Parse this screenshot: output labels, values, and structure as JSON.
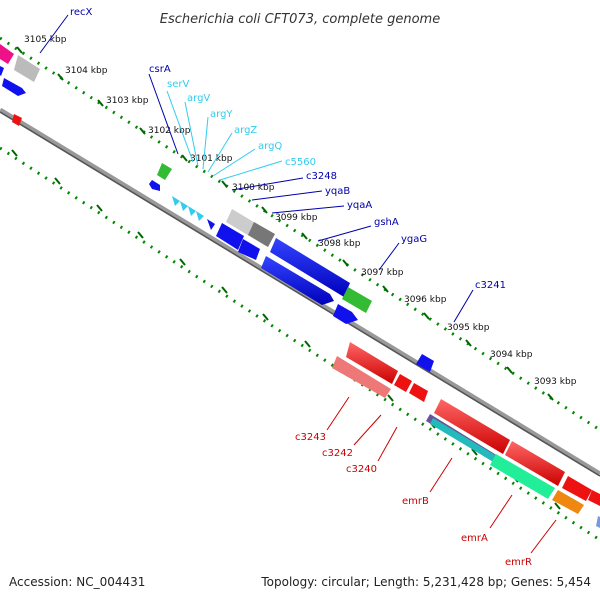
{
  "header": {
    "title": "Escherichia coli CFT073, complete genome"
  },
  "footer": {
    "accession": "Accession: NC_004431",
    "topology": "Topology: circular; Length: 5,231,428 bp; Genes: 5,454"
  },
  "colors": {
    "forward_label": "#0000aa",
    "forward_label_light": "#33ccee",
    "reverse_label": "#cc0000",
    "backbone": "#888888",
    "tick_dots": "#008800"
  },
  "ticks": [
    {
      "label": "3105 kbp"
    },
    {
      "label": "3104 kbp"
    },
    {
      "label": "3103 kbp"
    },
    {
      "label": "3102 kbp"
    },
    {
      "label": "3101 kbp"
    },
    {
      "label": "3100 kbp"
    },
    {
      "label": "3099 kbp"
    },
    {
      "label": "3098 kbp"
    },
    {
      "label": "3097 kbp"
    },
    {
      "label": "3096 kbp"
    },
    {
      "label": "3095 kbp"
    },
    {
      "label": "3094 kbp"
    },
    {
      "label": "3093 kbp"
    }
  ],
  "forward_genes": [
    {
      "label": "recX"
    },
    {
      "label": "csrA"
    },
    {
      "label": "serV"
    },
    {
      "label": "argV"
    },
    {
      "label": "argY"
    },
    {
      "label": "argZ"
    },
    {
      "label": "argQ"
    },
    {
      "label": "c5560"
    },
    {
      "label": "c3248"
    },
    {
      "label": "yqaB"
    },
    {
      "label": "yqaA"
    },
    {
      "label": "gshA"
    },
    {
      "label": "ygaG"
    },
    {
      "label": "c3241"
    }
  ],
  "reverse_genes": [
    {
      "label": "c3243"
    },
    {
      "label": "c3242"
    },
    {
      "label": "c3240"
    },
    {
      "label": "emrB"
    },
    {
      "label": "emrA"
    },
    {
      "label": "emrR"
    }
  ]
}
